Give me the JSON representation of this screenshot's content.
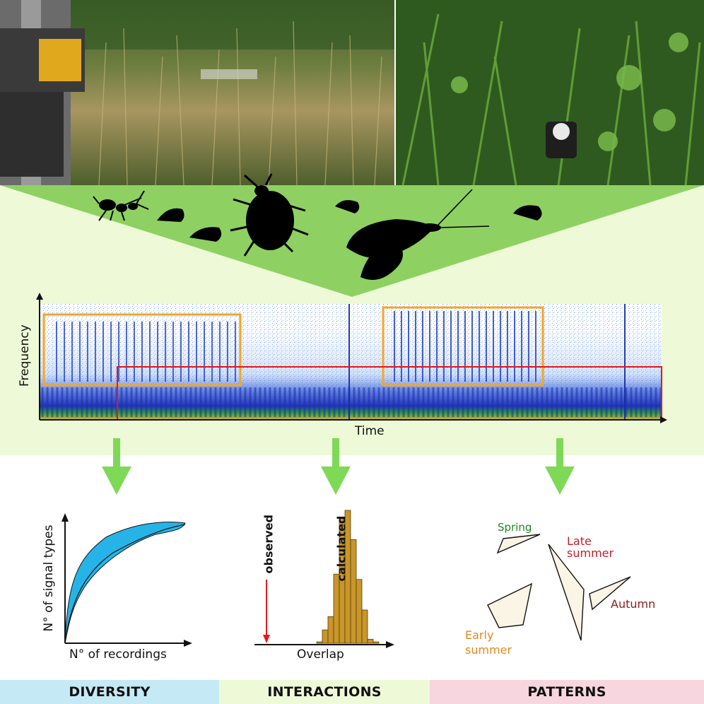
{
  "photos": {
    "left": "meadow-field-photo",
    "right": "grass-sensor-photo"
  },
  "insects": [
    "ant-icon",
    "leafhopper-icon",
    "leafhopper-icon",
    "stinkbug-icon",
    "leafhopper-icon",
    "moth-icon",
    "leafhopper-icon"
  ],
  "spectrogram": {
    "ylabel": "Frequency",
    "xlabel": "Time",
    "colors": {
      "box1": "#f5a623",
      "box2": "#f5a623",
      "box3": "#e41a1c",
      "arrow": "#7ed957"
    }
  },
  "diversity": {
    "ylabel": "N° of signal types",
    "xlabel": "N° of recordings",
    "fill_color": "#26b4e8"
  },
  "interactions": {
    "observed_label": "observed",
    "calculated_label": "calculated",
    "xlabel": "Overlap",
    "bar_color": "#c8962a",
    "chart_data": {
      "type": "bar",
      "bins": [
        1,
        2,
        3,
        4,
        5,
        6,
        7,
        8,
        9,
        10,
        11
      ],
      "values": [
        1,
        10,
        20,
        52,
        95,
        100,
        78,
        48,
        25,
        3,
        1
      ]
    }
  },
  "patterns": {
    "spring": "Spring",
    "late_line1": "Late",
    "late_line2": "summer",
    "autumn": "Autumn",
    "early_line1": "Early",
    "early_line2": "summer",
    "colors": {
      "spring": "#1a8a1a",
      "late": "#c0202a",
      "autumn": "#8b1a1a",
      "early": "#e08a1a"
    }
  },
  "footer": {
    "diversity": "DIVERSITY",
    "interactions": "INTERACTIONS",
    "patterns": "PATTERNS"
  }
}
